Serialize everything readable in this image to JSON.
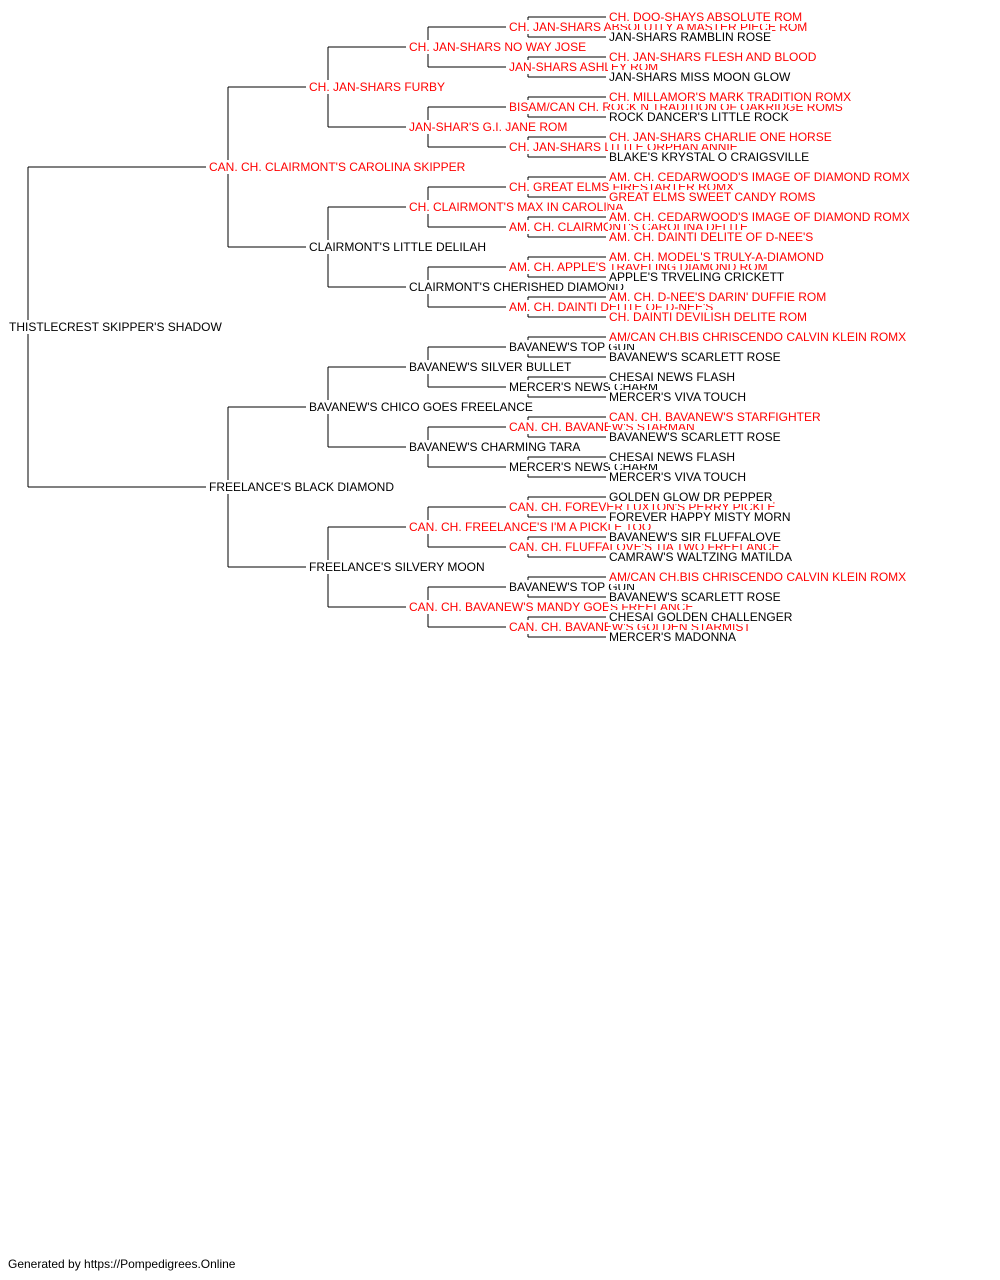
{
  "colors": {
    "titled": "#ff0000",
    "untitled": "#000000",
    "line": "#000000"
  },
  "pedigree": {
    "name": "THISTLECREST SKIPPER'S SHADOW",
    "ch": false,
    "sire": {
      "name": "CAN. CH. CLAIRMONT'S CAROLINA SKIPPER",
      "ch": true,
      "sire": {
        "name": "CH. JAN-SHARS FURBY",
        "ch": true,
        "sire": {
          "name": "CH. JAN-SHARS NO WAY JOSE",
          "ch": true,
          "sire": {
            "name": "CH. JAN-SHARS ABSOLUTLY A MASTER PIECE ROM",
            "ch": true,
            "sire": {
              "name": "CH. DOO-SHAYS ABSOLUTE ROM",
              "ch": true
            },
            "dam": {
              "name": "JAN-SHARS RAMBLIN ROSE",
              "ch": false
            }
          },
          "dam": {
            "name": "JAN-SHARS ASHLEY ROM",
            "ch": true,
            "sire": {
              "name": "CH. JAN-SHARS FLESH AND BLOOD",
              "ch": true
            },
            "dam": {
              "name": "JAN-SHARS MISS MOON GLOW",
              "ch": false
            }
          }
        },
        "dam": {
          "name": "JAN-SHAR'S G.I. JANE ROM",
          "ch": true,
          "sire": {
            "name": "BISAM/CAN CH. ROCK N TRADITION OF OAKRIDGE ROMS",
            "ch": true,
            "sire": {
              "name": "CH. MILLAMOR'S MARK TRADITION ROMX",
              "ch": true
            },
            "dam": {
              "name": "ROCK DANCER'S LITTLE ROCK",
              "ch": false
            }
          },
          "dam": {
            "name": "CH. JAN-SHARS LITTLE ORPHAN ANNIE",
            "ch": true,
            "sire": {
              "name": "CH. JAN-SHARS CHARLIE ONE HORSE",
              "ch": true
            },
            "dam": {
              "name": "BLAKE'S KRYSTAL O CRAIGSVILLE",
              "ch": false
            }
          }
        }
      },
      "dam": {
        "name": "CLAIRMONT'S LITTLE DELILAH",
        "ch": false,
        "sire": {
          "name": "CH. CLAIRMONT'S MAX IN CAROLINA",
          "ch": true,
          "sire": {
            "name": "CH. GREAT ELMS FIRESTARTER ROMX",
            "ch": true,
            "sire": {
              "name": "AM. CH. CEDARWOOD'S IMAGE OF DIAMOND ROMX",
              "ch": true
            },
            "dam": {
              "name": "GREAT ELMS SWEET CANDY ROMS",
              "ch": true
            }
          },
          "dam": {
            "name": "AM. CH. CLAIRMONT'S CAROLINA DELITE",
            "ch": true,
            "sire": {
              "name": "AM. CH. CEDARWOOD'S IMAGE OF DIAMOND ROMX",
              "ch": true
            },
            "dam": {
              "name": "AM. CH. DAINTI DELITE OF D-NEE'S",
              "ch": true
            }
          }
        },
        "dam": {
          "name": "CLAIRMONT'S CHERISHED DIAMOND",
          "ch": false,
          "sire": {
            "name": "AM. CH. APPLE'S TRAVELING DIAMOND ROM",
            "ch": true,
            "sire": {
              "name": "AM. CH. MODEL'S TRULY-A-DIAMOND",
              "ch": true
            },
            "dam": {
              "name": "APPLE'S TRVELING CRICKETT",
              "ch": false
            }
          },
          "dam": {
            "name": "AM. CH. DAINTI DELITE OF D-NEE'S",
            "ch": true,
            "sire": {
              "name": "AM. CH. D-NEE'S DARIN' DUFFIE ROM",
              "ch": true
            },
            "dam": {
              "name": "CH. DAINTI DEVILISH DELITE ROM",
              "ch": true
            }
          }
        }
      }
    },
    "dam": {
      "name": "FREELANCE'S BLACK DIAMOND",
      "ch": false,
      "sire": {
        "name": "BAVANEW'S CHICO GOES FREELANCE",
        "ch": false,
        "sire": {
          "name": "BAVANEW'S SILVER BULLET",
          "ch": false,
          "sire": {
            "name": "BAVANEW'S TOP GUN",
            "ch": false,
            "sire": {
              "name": "AM/CAN CH.BIS CHRISCENDO CALVIN KLEIN ROMX",
              "ch": true
            },
            "dam": {
              "name": "BAVANEW'S SCARLETT ROSE",
              "ch": false
            }
          },
          "dam": {
            "name": "MERCER'S NEWS CHARM",
            "ch": false,
            "sire": {
              "name": "CHESAI NEWS FLASH",
              "ch": false
            },
            "dam": {
              "name": "MERCER'S VIVA TOUCH",
              "ch": false
            }
          }
        },
        "dam": {
          "name": "BAVANEW'S CHARMING TARA",
          "ch": false,
          "sire": {
            "name": "CAN. CH. BAVANEW'S STARMAN",
            "ch": true,
            "sire": {
              "name": "CAN. CH. BAVANEW'S STARFIGHTER",
              "ch": true
            },
            "dam": {
              "name": "BAVANEW'S SCARLETT ROSE",
              "ch": false
            }
          },
          "dam": {
            "name": "MERCER'S NEWS CHARM",
            "ch": false,
            "sire": {
              "name": "CHESAI NEWS FLASH",
              "ch": false
            },
            "dam": {
              "name": "MERCER'S VIVA TOUCH",
              "ch": false
            }
          }
        }
      },
      "dam": {
        "name": "FREELANCE'S SILVERY MOON",
        "ch": false,
        "sire": {
          "name": "CAN. CH. FREELANCE'S I'M A PICKLE TOO",
          "ch": true,
          "sire": {
            "name": "CAN. CH. FOREVER LUXTON'S PERRY PICKLE",
            "ch": true,
            "sire": {
              "name": "GOLDEN GLOW DR PEPPER",
              "ch": false
            },
            "dam": {
              "name": "FOREVER HAPPY MISTY MORN",
              "ch": false
            }
          },
          "dam": {
            "name": "CAN. CH. FLUFFALOVE'S TIA TWO FREELANCE",
            "ch": true,
            "sire": {
              "name": "BAVANEW'S SIR FLUFFALOVE",
              "ch": false
            },
            "dam": {
              "name": "CAMRAW'S WALTZING MATILDA",
              "ch": false
            }
          }
        },
        "dam": {
          "name": "CAN. CH. BAVANEW'S MANDY GOES FREELANCE",
          "ch": true,
          "sire": {
            "name": "BAVANEW'S TOP GUN",
            "ch": false,
            "sire": {
              "name": "AM/CAN CH.BIS CHRISCENDO CALVIN KLEIN ROMX",
              "ch": true
            },
            "dam": {
              "name": "BAVANEW'S SCARLETT ROSE",
              "ch": false
            }
          },
          "dam": {
            "name": "CAN. CH. BAVANEW'S GOLDEN STARMIST",
            "ch": true,
            "sire": {
              "name": "CHESAI GOLDEN CHALLENGER",
              "ch": false
            },
            "dam": {
              "name": "MERCER'S MADONNA",
              "ch": false
            }
          }
        }
      }
    }
  },
  "footer": "Generated by https://Pompedigrees.Online"
}
